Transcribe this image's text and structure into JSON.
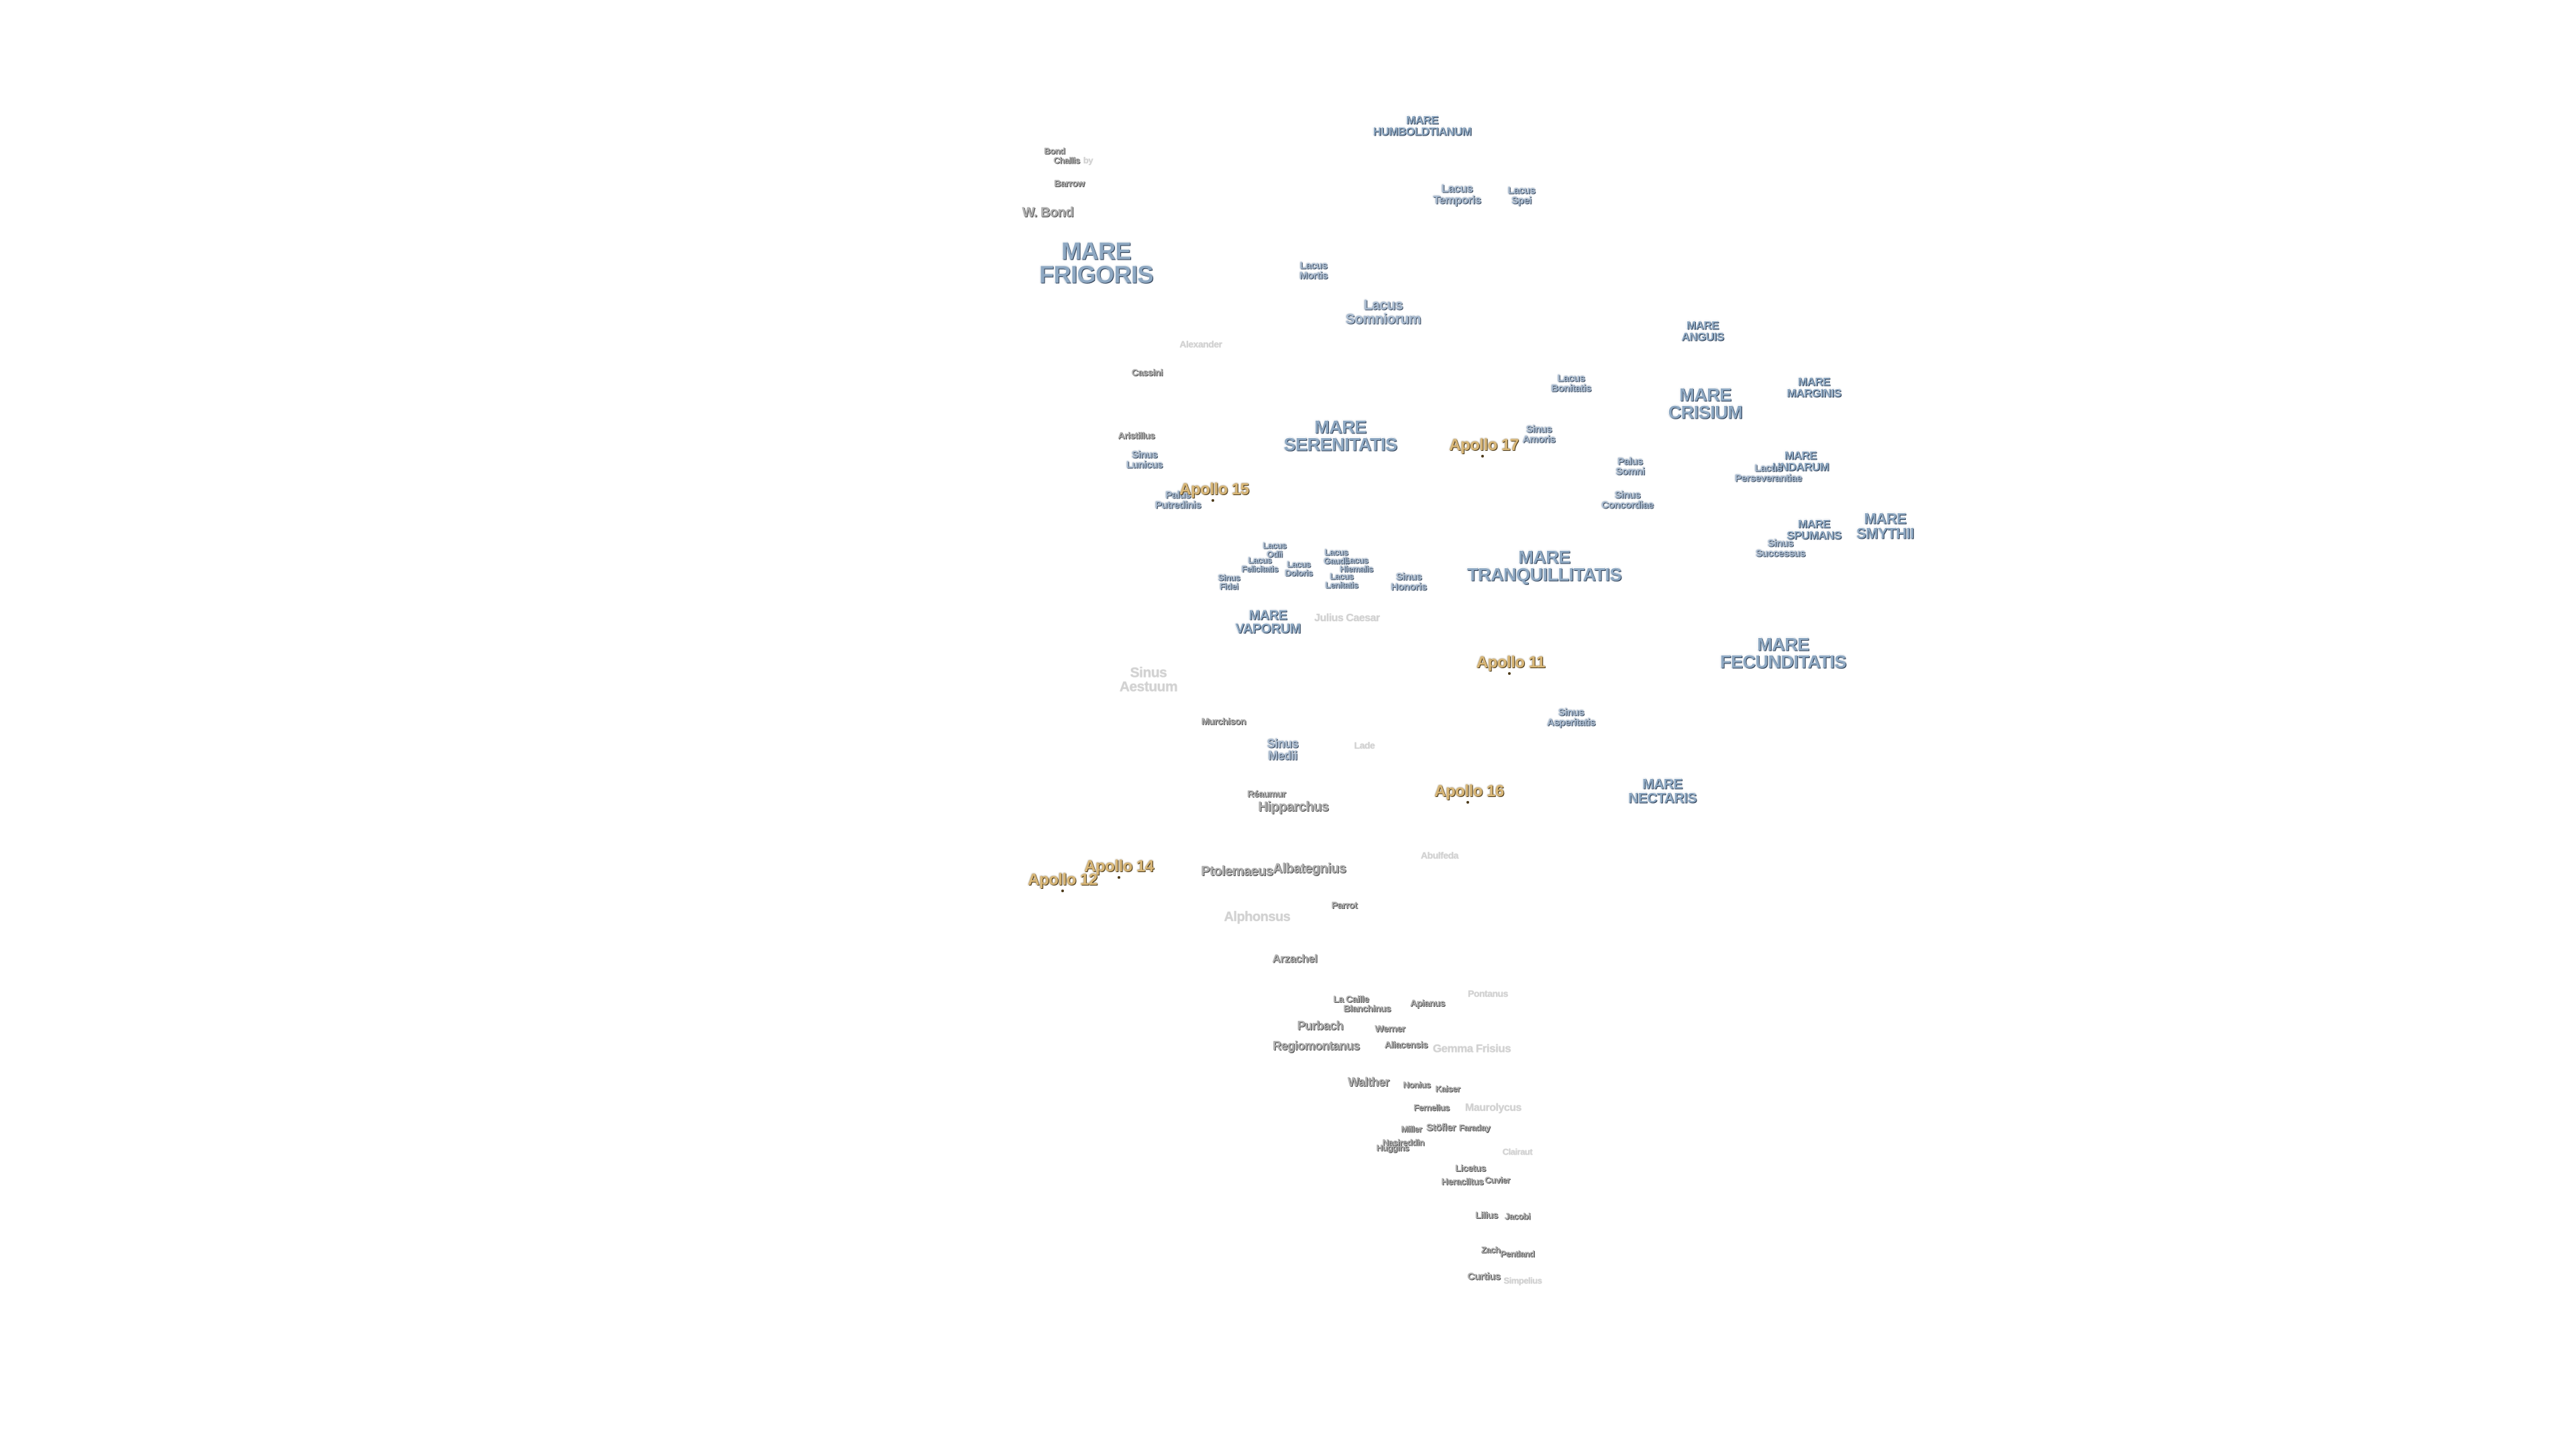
{
  "mare_labels": [
    {
      "id": "mare-humboldtianum",
      "text": "MARE\nHUMBOLDTIANUM"
    },
    {
      "id": "mare-frigoris",
      "text": "MARE\nFRIGORIS"
    },
    {
      "id": "mare-serenitatis",
      "text": "MARE\nSERENITATIS"
    },
    {
      "id": "mare-anguis",
      "text": "MARE\nANGUIS"
    },
    {
      "id": "mare-crisium",
      "text": "MARE\nCRISIUM"
    },
    {
      "id": "mare-marginis",
      "text": "MARE\nMARGINIS"
    },
    {
      "id": "mare-undarum",
      "text": "MARE\nUNDARUM"
    },
    {
      "id": "mare-spumans",
      "text": "MARE\nSPUMANS"
    },
    {
      "id": "mare-smythii",
      "text": "MARE\nSMYTHII"
    },
    {
      "id": "mare-tranquillitatis",
      "text": "MARE\nTRANQUILLITATIS"
    },
    {
      "id": "mare-vaporum",
      "text": "MARE\nVAPORUM"
    },
    {
      "id": "mare-fecunditatis",
      "text": "MARE\nFECUNDITATIS"
    },
    {
      "id": "mare-nectaris",
      "text": "MARE\nNECTARIS"
    }
  ],
  "feature_labels": [
    {
      "id": "lacus-temporis",
      "text": "Lacus\nTemporis"
    },
    {
      "id": "lacus-spei",
      "text": "Lacus\nSpei"
    },
    {
      "id": "lacus-mortis",
      "text": "Lacus\nMortis"
    },
    {
      "id": "lacus-somniorum",
      "text": "Lacus\nSomniorum"
    },
    {
      "id": "lacus-bonitatis",
      "text": "Lacus\nBonitatis"
    },
    {
      "id": "sinus-amoris",
      "text": "Sinus\nAmoris"
    },
    {
      "id": "palus-somni",
      "text": "Palus\nSomni"
    },
    {
      "id": "sinus-concordiae",
      "text": "Sinus\nConcordiae"
    },
    {
      "id": "lacus-perseverantiae",
      "text": "Lacus\nPerseverantiae"
    },
    {
      "id": "sinus-successus",
      "text": "Sinus\nSuccessus"
    },
    {
      "id": "sinus-lunicus",
      "text": "Sinus\nLunicus"
    },
    {
      "id": "palus-putredinis",
      "text": "Palus\nPutredinis"
    },
    {
      "id": "lacus-odii",
      "text": "Lacus\nOdii"
    },
    {
      "id": "lacus-felicitatis",
      "text": "Lacus\nFelicitatis"
    },
    {
      "id": "lacus-doloris",
      "text": "Lacus\nDoloris"
    },
    {
      "id": "sinus-fidei",
      "text": "Sinus\nFidei"
    },
    {
      "id": "lacus-gaudii",
      "text": "Lacus\nGaudii"
    },
    {
      "id": "lacus-hiemalis",
      "text": "Lacus\nHiemalis"
    },
    {
      "id": "lacus-lenitatis",
      "text": "Lacus\nLenitatis"
    },
    {
      "id": "sinus-honoris",
      "text": "Sinus\nHonoris"
    },
    {
      "id": "sinus-aestuum",
      "text": "Sinus\nAestuum"
    },
    {
      "id": "sinus-asperitatis",
      "text": "Sinus\nAsperitatis"
    },
    {
      "id": "sinus-medii",
      "text": "Sinus\nMedii"
    }
  ],
  "crater_labels": [
    {
      "id": "bond",
      "text": "Bond"
    },
    {
      "id": "challis",
      "text": "Challis"
    },
    {
      "id": "scoresby",
      "text": "by"
    },
    {
      "id": "barrow",
      "text": "Barrow"
    },
    {
      "id": "w-bond",
      "text": "W. Bond"
    },
    {
      "id": "alexander",
      "text": "Alexander"
    },
    {
      "id": "cassini",
      "text": "Cassini"
    },
    {
      "id": "aristillus",
      "text": "Aristillus"
    },
    {
      "id": "julius-caesar",
      "text": "Julius Caesar"
    },
    {
      "id": "murchison",
      "text": "Murchison"
    },
    {
      "id": "lade",
      "text": "Lade"
    },
    {
      "id": "reaumur",
      "text": "Réaumur"
    },
    {
      "id": "hipparchus",
      "text": "Hipparchus"
    },
    {
      "id": "ptolemaeus",
      "text": "Ptolemaeus"
    },
    {
      "id": "albategnius",
      "text": "Albategnius"
    },
    {
      "id": "abulfeda",
      "text": "Abulfeda"
    },
    {
      "id": "parrot",
      "text": "Parrot"
    },
    {
      "id": "alphonsus",
      "text": "Alphonsus"
    },
    {
      "id": "arzachel",
      "text": "Arzachel"
    },
    {
      "id": "la-caille",
      "text": "La Caille"
    },
    {
      "id": "blanchinus",
      "text": "Blanchinus"
    },
    {
      "id": "apianus",
      "text": "Apianus"
    },
    {
      "id": "pontanus",
      "text": "Pontanus"
    },
    {
      "id": "purbach",
      "text": "Purbach"
    },
    {
      "id": "werner",
      "text": "Werner"
    },
    {
      "id": "regiomontanus",
      "text": "Regiomontanus"
    },
    {
      "id": "aliacensis",
      "text": "Aliacensis"
    },
    {
      "id": "gemma-frisius",
      "text": "Gemma Frisius"
    },
    {
      "id": "walther",
      "text": "Walther"
    },
    {
      "id": "nonius",
      "text": "Nonius"
    },
    {
      "id": "kaiser",
      "text": "Kaiser"
    },
    {
      "id": "fernelius",
      "text": "Fernelius"
    },
    {
      "id": "maurolycus",
      "text": "Maurolycus"
    },
    {
      "id": "miller",
      "text": "Miller"
    },
    {
      "id": "stofler",
      "text": "Stöfler"
    },
    {
      "id": "faraday",
      "text": "Faraday"
    },
    {
      "id": "nasireddin",
      "text": "Nasireddin"
    },
    {
      "id": "huggins",
      "text": "Huggins"
    },
    {
      "id": "clairaut",
      "text": "Clairaut"
    },
    {
      "id": "licetus",
      "text": "Licetus"
    },
    {
      "id": "heraclitus",
      "text": "Heraclitus"
    },
    {
      "id": "cuvier",
      "text": "Cuvier"
    },
    {
      "id": "lilius",
      "text": "Lilius"
    },
    {
      "id": "jacobi",
      "text": "Jacobi"
    },
    {
      "id": "zach",
      "text": "Zach"
    },
    {
      "id": "pentland",
      "text": "Pentland"
    },
    {
      "id": "curtius",
      "text": "Curtius"
    },
    {
      "id": "simpelius",
      "text": "Simpelius"
    }
  ],
  "apollo_sites": [
    {
      "id": "apollo-17",
      "text": "Apollo 17"
    },
    {
      "id": "apollo-15",
      "text": "Apollo 15"
    },
    {
      "id": "apollo-11",
      "text": "Apollo 11"
    },
    {
      "id": "apollo-16",
      "text": "Apollo 16"
    },
    {
      "id": "apollo-14",
      "text": "Apollo 14"
    },
    {
      "id": "apollo-12",
      "text": "Apollo 12"
    }
  ],
  "colors": {
    "background": "#ffffff",
    "mare_text": "#8ea8c2",
    "crater_text": "#b0b0b0",
    "apollo_text": "#d9b777"
  }
}
